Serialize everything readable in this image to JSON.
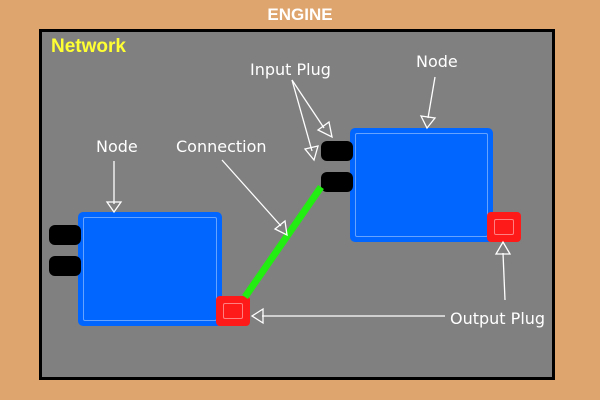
{
  "engine": {
    "title": "ENGINE"
  },
  "network": {
    "label": "Network"
  },
  "labels": {
    "node_left": "Node",
    "node_right": "Node",
    "connection": "Connection",
    "input_plug": "Input Plug",
    "output_plug": "Output Plug"
  },
  "colors": {
    "background": "#dfa56e",
    "panel": "#808080",
    "node": "#0066ff",
    "input_plug": "#000000",
    "output_plug": "#ff1a1a",
    "connection": "#22ee11",
    "network_label": "#ffff33"
  }
}
